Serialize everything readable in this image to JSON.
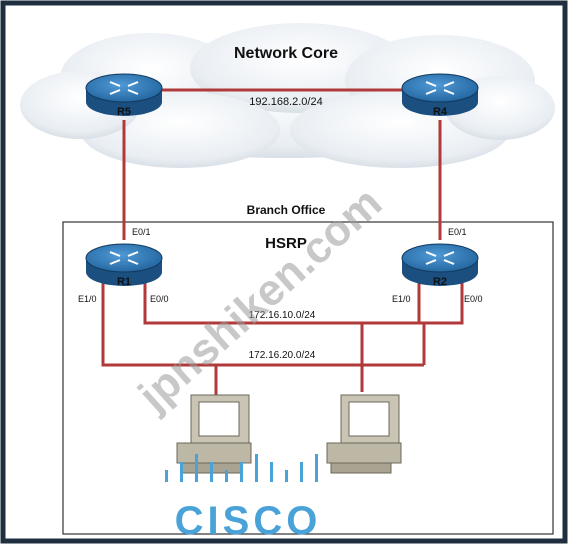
{
  "diagram": {
    "core_title": "Network Core",
    "core_subnet": "192.168.2.0/24",
    "branch_title": "Branch Office",
    "hsrp_label": "HSRP",
    "lan1_subnet": "172.16.10.0/24",
    "lan2_subnet": "172.16.20.0/24",
    "watermark": "jpnshiken.com",
    "logo_text": "CISCO",
    "routers": {
      "r5": {
        "name": "R5"
      },
      "r4": {
        "name": "R4"
      },
      "r1": {
        "name": "R1",
        "if_up": "E0/1",
        "if_left": "E1/0",
        "if_right": "E0/0"
      },
      "r2": {
        "name": "R2",
        "if_up": "E0/1",
        "if_left": "E1/0",
        "if_right": "E0/0"
      }
    },
    "colors": {
      "link": "#b03a3a",
      "router_fill": "#2f7fc0",
      "frame": "#1f2f3f",
      "logo": "#4aa3d8",
      "watermark": "#9a9a9a"
    }
  }
}
